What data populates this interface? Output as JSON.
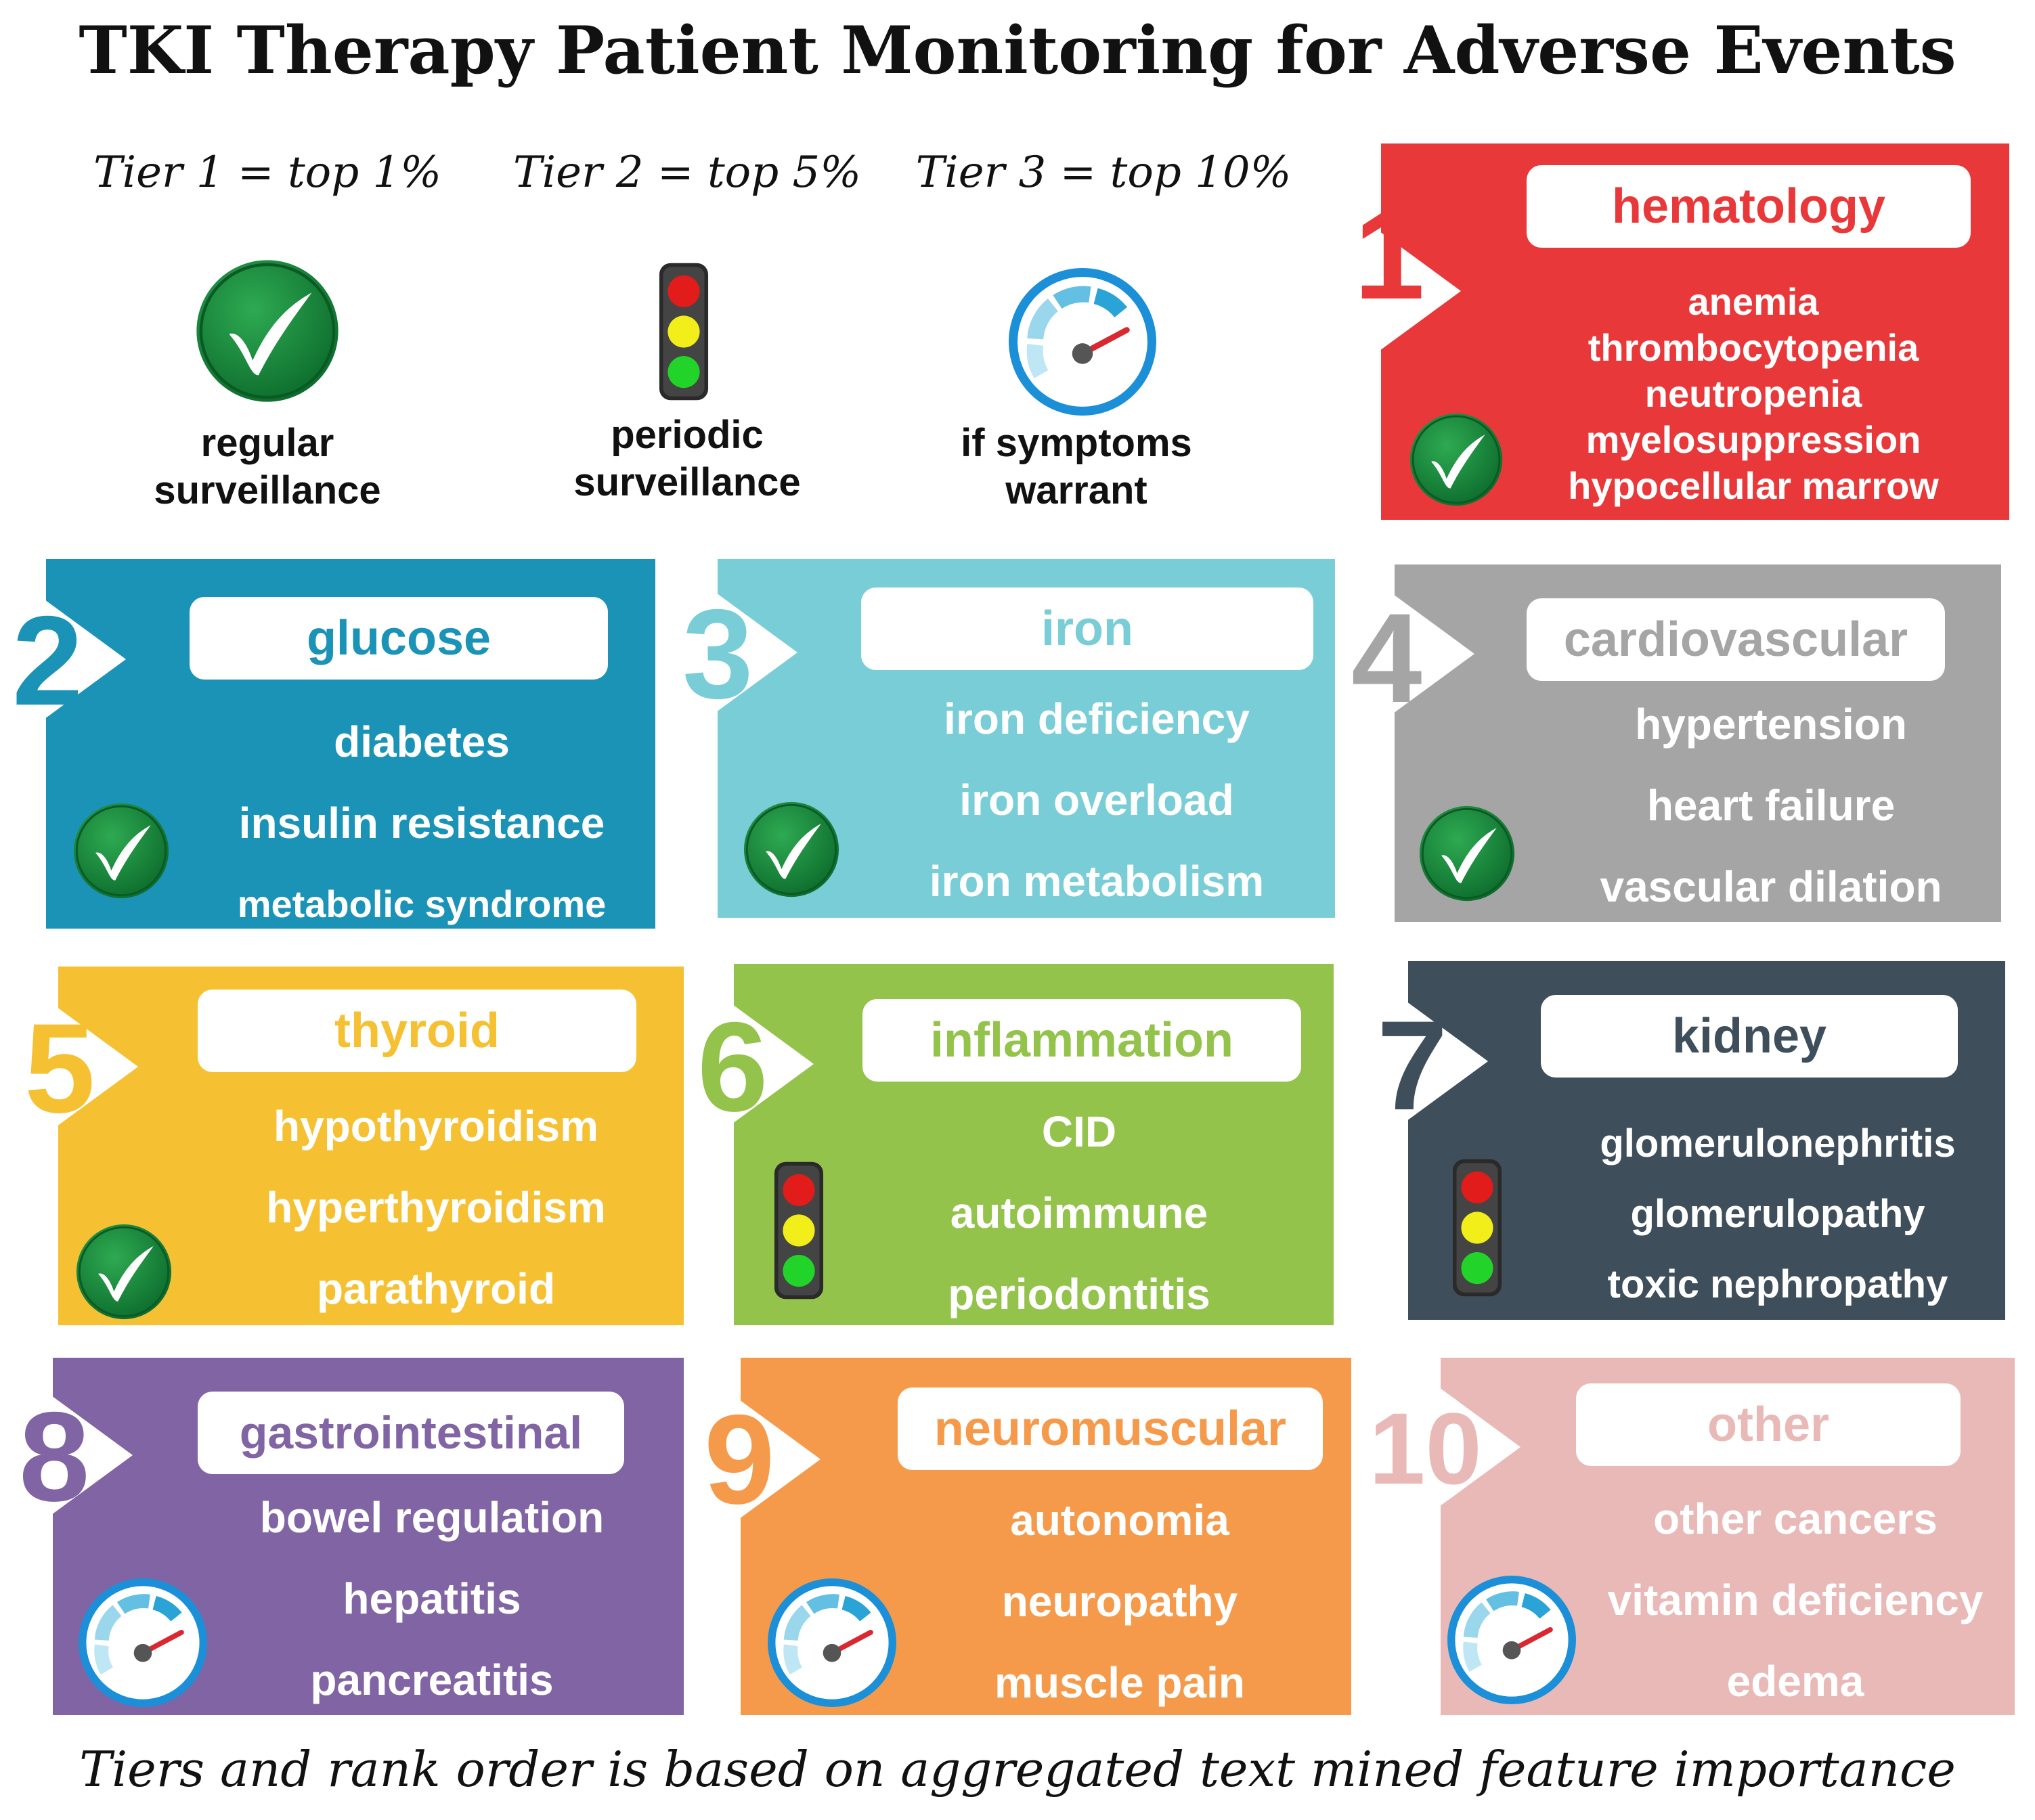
{
  "title": "TKI Therapy Patient Monitoring for Adverse Events",
  "footer": "Tiers and rank order is based on aggregated text mined feature importance",
  "tiers": [
    {
      "label": "Tier 1 = top 1%",
      "icon": "check-icon",
      "desc_line1": "regular",
      "desc_line2": "surveillance"
    },
    {
      "label": "Tier 2 = top 5%",
      "icon": "traffic-light-icon",
      "desc_line1": "periodic",
      "desc_line2": "surveillance"
    },
    {
      "label": "Tier 3 = top 10%",
      "icon": "gauge-icon",
      "desc_line1": "if symptoms",
      "desc_line2": "warrant"
    }
  ],
  "cards": [
    {
      "rank": "1",
      "label": "hematology",
      "color": "#e8383a",
      "tier_icon": "check-icon",
      "items": [
        "anemia",
        "thrombocytopenia",
        "neutropenia",
        "myelosuppression",
        "hypocellular marrow"
      ]
    },
    {
      "rank": "2",
      "label": "glucose",
      "color": "#1b93b7",
      "tier_icon": "check-icon",
      "items": [
        "diabetes",
        "insulin resistance",
        "metabolic syndrome"
      ]
    },
    {
      "rank": "3",
      "label": "iron",
      "color": "#79cdd7",
      "tier_icon": "check-icon",
      "items": [
        "iron deficiency",
        "iron overload",
        "iron metabolism"
      ]
    },
    {
      "rank": "4",
      "label": "cardiovascular",
      "color": "#a5a5a5",
      "tier_icon": "check-icon",
      "items": [
        "hypertension",
        "heart failure",
        "vascular dilation"
      ]
    },
    {
      "rank": "5",
      "label": "thyroid",
      "color": "#f5c133",
      "tier_icon": "check-icon",
      "items": [
        "hypothyroidism",
        "hyperthyroidism",
        "parathyroid"
      ]
    },
    {
      "rank": "6",
      "label": "inflammation",
      "color": "#93c34b",
      "tier_icon": "traffic-light-icon",
      "items": [
        "CID",
        "autoimmune",
        "periodontitis"
      ]
    },
    {
      "rank": "7",
      "label": "kidney",
      "color": "#3e4e5b",
      "tier_icon": "traffic-light-icon",
      "items": [
        "glomerulonephritis",
        "glomerulopathy",
        "toxic nephropathy"
      ]
    },
    {
      "rank": "8",
      "label": "gastrointestinal",
      "color": "#8164a4",
      "tier_icon": "gauge-icon",
      "items": [
        "bowel regulation",
        "hepatitis",
        "pancreatitis"
      ]
    },
    {
      "rank": "9",
      "label": "neuromuscular",
      "color": "#f59a4b",
      "tier_icon": "gauge-icon",
      "items": [
        "autonomia",
        "neuropathy",
        "muscle pain"
      ]
    },
    {
      "rank": "10",
      "label": "other",
      "color": "#e8b9b7",
      "tier_icon": "gauge-icon",
      "items": [
        "other cancers",
        "vitamin deficiency",
        "edema"
      ]
    }
  ]
}
